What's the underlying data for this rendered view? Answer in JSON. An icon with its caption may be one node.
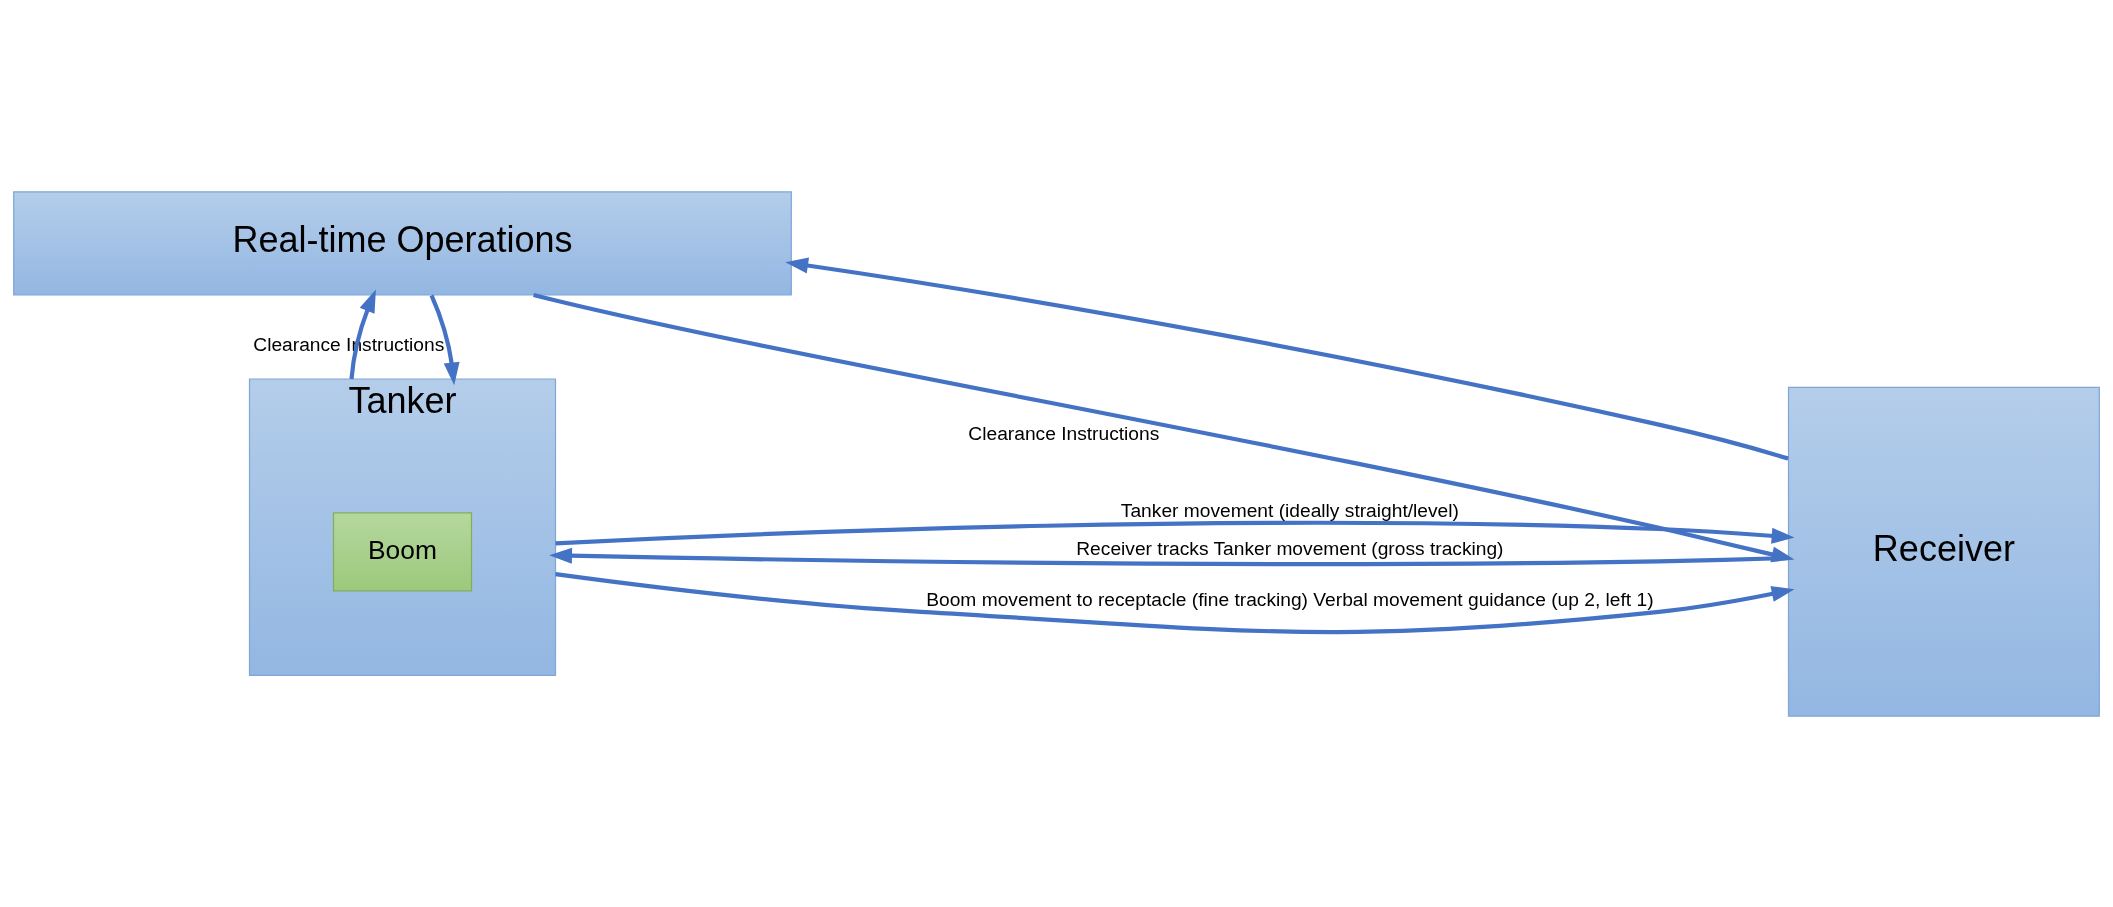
{
  "diagram": {
    "nodes": [
      {
        "text": [
          "Real-time Operations"
        ]
      },
      {
        "text": [
          "Tanker"
        ]
      },
      {
        "text": [
          "Boom"
        ],
        "in": 1
      },
      {
        "text": [
          "Receiver"
        ]
      }
    ],
    "edges": [
      {
        "from": 0,
        "to": 1,
        "arrow": "to",
        "label": "Clearance Instructions"
      },
      {
        "from": 1,
        "to": 0,
        "arrow": "to"
      },
      {
        "from": 0,
        "to": 3,
        "arrow": "to",
        "label": "Clearance Instructions"
      },
      {
        "from": 3,
        "to": 0,
        "arrow": "to"
      },
      {
        "from": 1,
        "to": 3,
        "arrow": "to",
        "label": "Tanker movement (ideally straight/level)"
      },
      {
        "from": 3,
        "to": 1,
        "arrow": "to",
        "label": "Receiver tracks Tanker movement (gross tracking)"
      },
      {
        "from": 1,
        "to": 3,
        "arrow": "to",
        "label": "Boom movement to receptacle (fine tracking) Verbal movement guidance (up 2, left 1)"
      }
    ]
  }
}
